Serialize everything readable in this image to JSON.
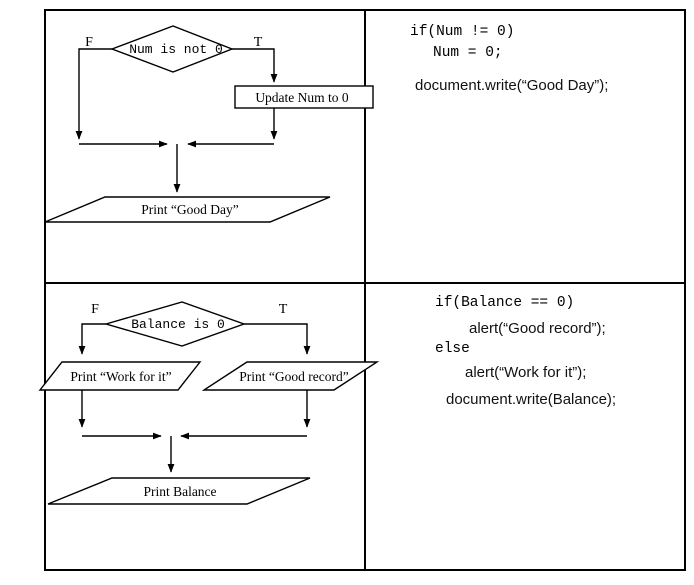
{
  "colors": {
    "ink": "#000000",
    "background": "#ffffff"
  },
  "top_left_flowchart": {
    "decision_label": "Num is not 0",
    "false_branch_label": "F",
    "true_branch_label": "T",
    "process_label": "Update Num to 0",
    "output_label": "Print “Good Day”"
  },
  "top_right_code": {
    "line1": "if(Num != 0)",
    "line2": "Num = 0;",
    "line3": "document.write(“Good Day”);"
  },
  "bottom_left_flowchart": {
    "decision_label": "Balance is 0",
    "false_branch_label": "F",
    "true_branch_label": "T",
    "false_output_label": "Print “Work for it”",
    "true_output_label": "Print “Good record”",
    "merge_output_label": "Print Balance"
  },
  "bottom_right_code": {
    "line1": "if(Balance == 0)",
    "line2": "alert(“Good record”);",
    "line3": "else",
    "line4": "alert(“Work for it”);",
    "line5": "document.write(Balance);"
  }
}
